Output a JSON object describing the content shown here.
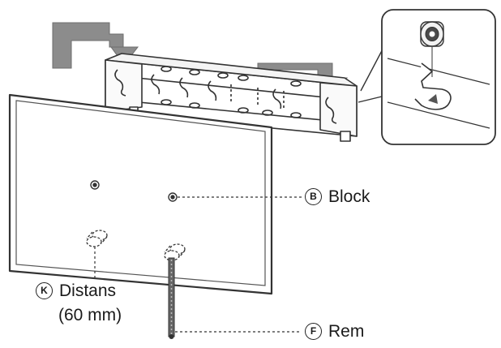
{
  "callouts": {
    "block": {
      "badge": "B",
      "label": "Block"
    },
    "distans": {
      "badge": "K",
      "label": "Distans",
      "sub": "(60 mm)"
    },
    "rem": {
      "badge": "F",
      "label": "Rem"
    }
  }
}
